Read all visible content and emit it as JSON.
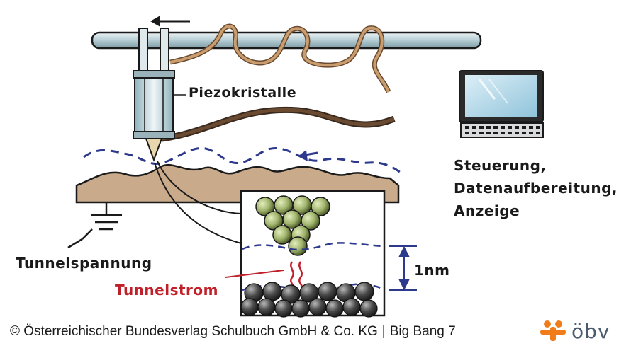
{
  "labels": {
    "piezo": "Piezokristalle",
    "control_line1": "Steuerung,",
    "control_line2": "Datenaufbereitung,",
    "control_line3": "Anzeige",
    "tunnel_voltage": "Tunnelspannung",
    "tunnel_current": "Tunnelstrom",
    "distance": "1nm"
  },
  "footer": {
    "copyright": "© Österreichischer Bundesverlag Schulbuch GmbH & Co. KG",
    "separator": "|",
    "book": "Big Bang 7"
  },
  "logo": {
    "text": "öbv"
  },
  "colors": {
    "ink": "#1a1a1a",
    "scan_path": "#2d3a8c",
    "current": "#c0202a",
    "surface": "#c9ab8c",
    "tube": "#bcd0d6",
    "atom": "#9fb36a",
    "substrate_atom": "#4a4a4a",
    "logo_orange": "#f07d1a",
    "logo_gray": "#4a5b6e"
  }
}
